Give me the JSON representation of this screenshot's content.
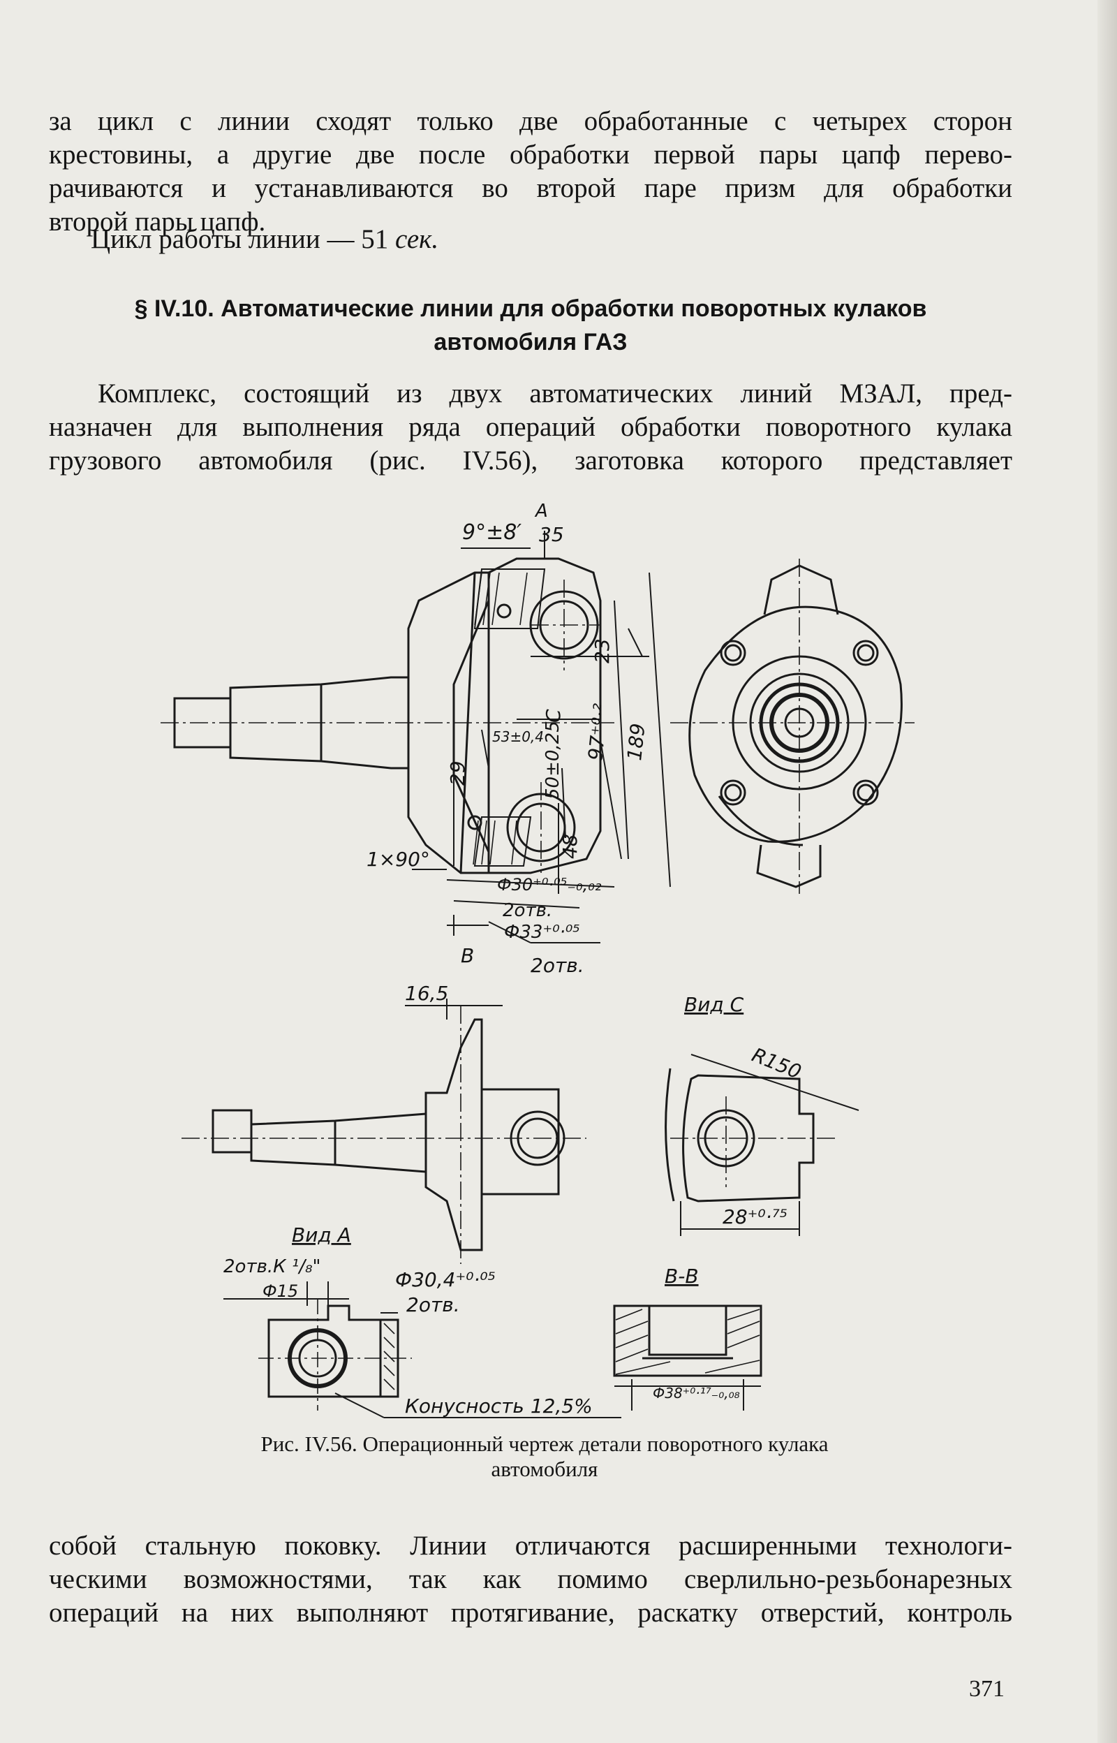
{
  "intro_lines": [
    "за цикл с линии сходят только две обработанные с четырех сторон",
    "крестовины, а другие две после обработки первой пары цапф перево-",
    "рачиваются и устанавливаются во второй паре призм для обработки",
    "второй пары цапф."
  ],
  "cycle": {
    "text": "Цикл работы линии — 51 ",
    "unit": "сек."
  },
  "section": {
    "line1": "§ IV.10. Автоматические линии для обработки поворотных кулаков",
    "line2": "автомобиля ГАЗ"
  },
  "para2_lines": [
    "Комплекс, состоящий из двух автоматических линий МЗАЛ, пред-",
    "назначен для выполнения ряда операций обработки поворотного кулака",
    "грузового автомобиля (рис. IV.56), заготовка которого представляет"
  ],
  "figure": {
    "labels": {
      "angle": "9°±8′",
      "a_mark": "A",
      "dim_35": "35",
      "dim_23": "23",
      "dim_c": "C",
      "dim_97": "97⁺⁰·²",
      "dim_189": "189",
      "dim_53": "53±0,4",
      "dim_50": "50±0,25",
      "dim_29": "29",
      "dim_48": "48",
      "chamfer": "1×90°",
      "d30": "Ф30⁺⁰·⁰⁵₋₀,₀₂",
      "two_holes_1": "2отв.",
      "d33": "Ф33⁺⁰·⁰⁵",
      "b_mark": "B",
      "two_holes_2": "2отв.",
      "dim_16_5": "16,5",
      "view_c": "Вид С",
      "r150": "R150",
      "dim_28": "28⁺⁰·⁷⁵",
      "view_a": "Вид А",
      "thread": "2отв.К ¹/₈\"",
      "d15": "Ф15",
      "d30_4": "Ф30,4⁺⁰·⁰⁵",
      "two_holes_3": "2отв.",
      "taper": "Конусность 12,5%",
      "section_bb": "В-В",
      "d38": "Ф38⁺⁰·¹⁷₋₀,₀₈"
    }
  },
  "caption": {
    "line1": "Рис. IV.56. Операционный чертеж детали поворотного кулака",
    "line2": "автомобиля"
  },
  "para3_lines": [
    "собой стальную поковку. Линии отличаются расширенными технологи-",
    "ческими возможностями, так как помимо сверлильно-резьбонарезных",
    "операций на них выполняют протягивание, раскатку отверстий, контроль"
  ],
  "page_number": "371"
}
